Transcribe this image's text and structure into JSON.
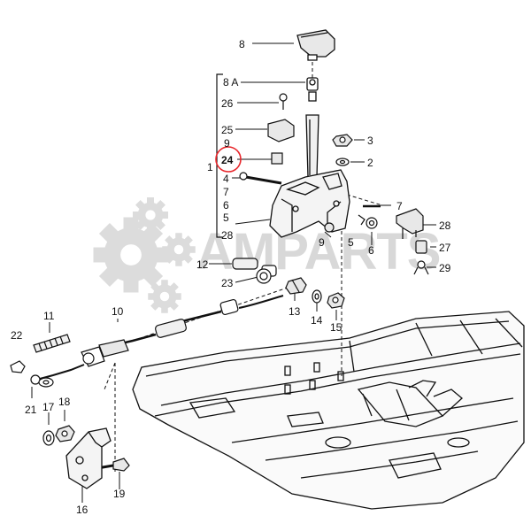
{
  "watermark": {
    "text": "AMPARTS"
  },
  "labels": {
    "p1": "1",
    "p2": "2",
    "p3": "3",
    "p4": "4",
    "p5a": "5",
    "p5b": "5",
    "p6a": "6",
    "p6b": "6",
    "p7a": "7",
    "p7b": "7",
    "p8": "8",
    "p8a": "8 A",
    "p9a": "9",
    "p9b": "9",
    "p10": "10",
    "p11": "11",
    "p12": "12",
    "p13": "13",
    "p14": "14",
    "p15": "15",
    "p16": "16",
    "p17": "17",
    "p18": "18",
    "p19": "19",
    "p21": "21",
    "p22": "22",
    "p23": "23",
    "p24": "24",
    "p25": "25",
    "p26": "26",
    "p27": "27",
    "p28a": "28",
    "p28b": "28",
    "p29": "29"
  },
  "highlight": {
    "part": "24",
    "color": "#e8262b"
  },
  "colors": {
    "ink": "#111111",
    "watermark": "#d8d8d8"
  }
}
